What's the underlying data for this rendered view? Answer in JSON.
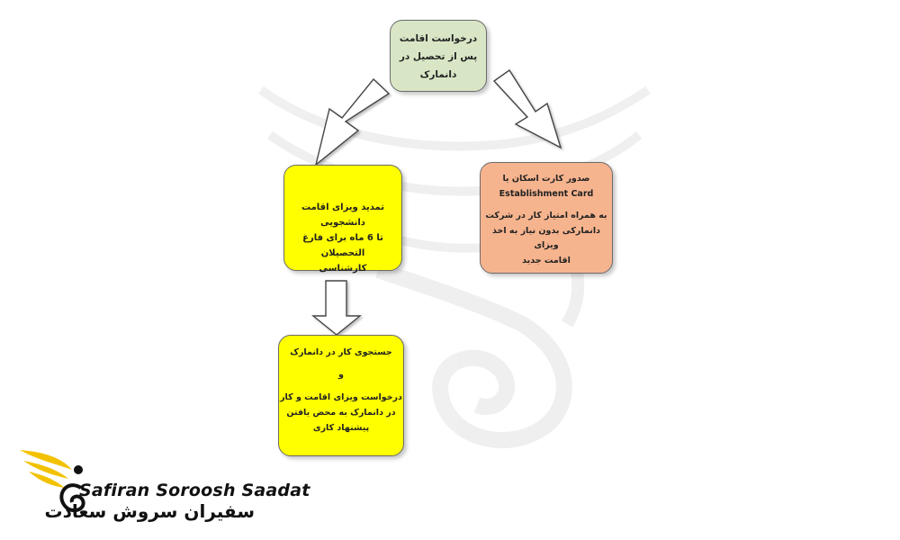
{
  "nodes": {
    "top": {
      "lines": [
        "درخواست اقامت",
        "پس از تحصیل در",
        "دانمارک"
      ],
      "color": "#d8e6c6"
    },
    "left": {
      "lines": [
        "تمدید ویزای اقامت دانشجویی",
        "تا 6 ماه برای فارغ التحصیلان",
        "کارشناسی"
      ],
      "color": "#ffff00"
    },
    "right": {
      "lines": [
        "صدور کارت اسکان یا",
        "Establishment Card",
        "به همراه امتیاز کار در شرکت",
        "دانمارکی بدون نیاز به اخذ ویزای",
        "اقامت جدید"
      ],
      "color": "#f6b48e"
    },
    "bottom": {
      "lines": [
        "جستجوی کار در دانمارک",
        "و",
        "درخواست ویزای اقامت و کار",
        "در دانمارک به محض یافتن",
        "پیشنهاد کاری"
      ],
      "color": "#ffff00"
    }
  },
  "brand": {
    "name_en": "Safiran Soroosh Saadat",
    "name_fa": "سفیران سروش سعادت",
    "accent": "#f2c200"
  }
}
